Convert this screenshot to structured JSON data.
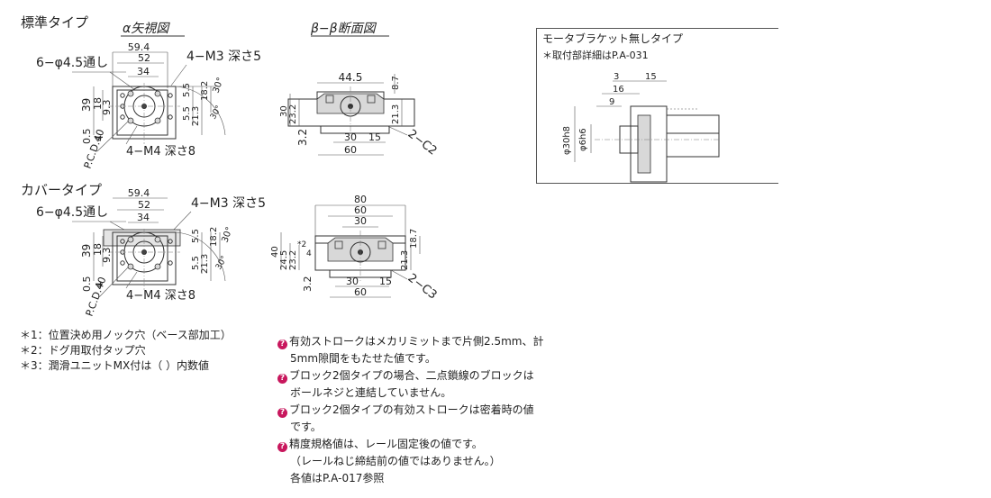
{
  "std": {
    "title": "標準タイプ",
    "alpha_title": "α矢視図",
    "beta_title": "β−β断面図",
    "hole_label": "6−φ4.5通し",
    "tap_m3": "4−M3 深さ5",
    "tap_m4": "4−M4 深さ8",
    "pcd": "P.C.D.40",
    "dims": {
      "d59_4": "59.4",
      "d52": "52",
      "d34": "34",
      "d39": "39",
      "d18": "18",
      "d9_3": "9.3",
      "d0_5": "0.5",
      "d4": "4",
      "d5_5a": "5.5",
      "d5_5b": "5.5",
      "d21_3": "21.3",
      "d18_2": "18.2",
      "d30a": "30°",
      "d30b": "30°",
      "d44_5": "44.5",
      "d8_7": "8.7",
      "d30": "30",
      "d23_2": "23.2",
      "d3_2": "3.2",
      "d30w": "30",
      "d15": "15",
      "d60": "60",
      "d21_3b": "21.3",
      "c2": "2−C2"
    }
  },
  "cover": {
    "title": "カバータイプ",
    "hole_label": "6−φ4.5通し",
    "tap_m3": "4−M3 深さ5",
    "tap_m4": "4−M4 深さ8",
    "pcd": "P.C.D.40",
    "dims": {
      "d59_4": "59.4",
      "d52": "52",
      "d34": "34",
      "d39": "39",
      "d18": "18",
      "d9_3": "9.3",
      "d0_5": "0.5",
      "d4": "4",
      "d5_5a": "5.5",
      "d5_5b": "5.5",
      "d21_3": "21.3",
      "d18_2": "18.2",
      "d30a": "30°",
      "d30b": "30°",
      "d80": "80",
      "d60t": "60",
      "d30t": "30",
      "d40": "40",
      "d24_5": "24.5",
      "d23_2": "23.2",
      "d4b": "4",
      "d2": "*2",
      "d18_7": "18.7",
      "d21_3b": "21.3",
      "d3_2": "3.2",
      "d30w": "30",
      "d15": "15",
      "d60": "60",
      "c3": "2−C3"
    }
  },
  "motor": {
    "title": "モータブラケット無しタイプ",
    "ref": "＊取付部詳細はP.A-031",
    "d3": "3",
    "d15": "15",
    "d16": "16",
    "d9": "9",
    "phi30": "φ30h8",
    "phi6": "φ6h6"
  },
  "footnotes": [
    "＊1：位置決め用ノック穴（ベース部加工）",
    "＊2：ドグ用取付タップ穴",
    "＊3：潤滑ユニットMX付は（ ）内数値"
  ],
  "notes": {
    "icon_color": "#c8175d",
    "n1a": "有効ストロークはメカリミットまで片側2.5mm、計",
    "n1b": "5mm隙間をもたせた値です。",
    "n2a": "ブロック2個タイプの場合、二点鎖線のブロックは",
    "n2b": "ボールネジと連結していません。",
    "n3a": "ブロック2個タイプの有効ストロークは密着時の値",
    "n3b": "です。",
    "n4a": "精度規格値は、レール固定後の値です。",
    "n4b": "（レールねじ締結前の値ではありません。）",
    "n4c": "各値はP.A-017参照"
  }
}
